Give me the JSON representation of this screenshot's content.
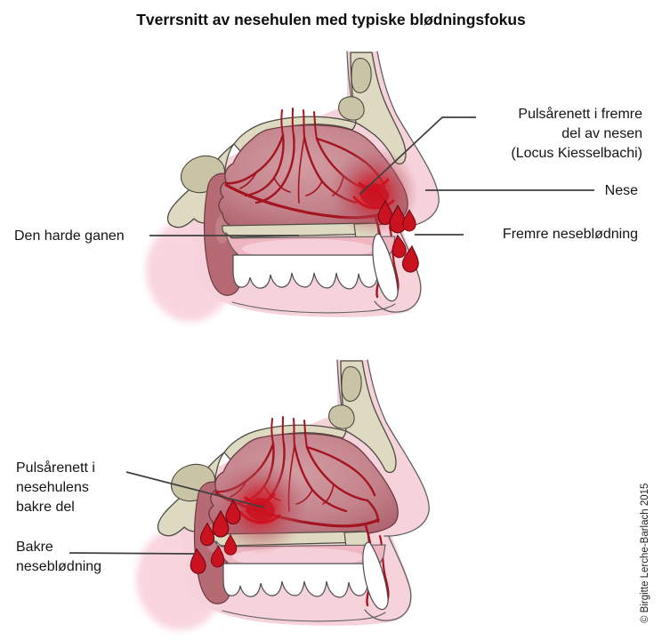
{
  "title": "Tverrsnitt av nesehulen med typiske blødningsfokus",
  "top_diagram": {
    "labels": {
      "plexus_anterior": "Pulsårenett i fremre\ndel av nesen\n(Locus Kiesselbachi)",
      "nose": "Nese",
      "anterior_bleeding": "Fremre neseblødning",
      "hard_palate": "Den harde ganen"
    }
  },
  "bottom_diagram": {
    "labels": {
      "plexus_posterior": "Pulsårenett i\nnesehulens\nbakre del",
      "posterior_bleeding": "Bakre\nneseblødning"
    }
  },
  "credit": "© Birgitte Lerche-Barlach 2015",
  "colors": {
    "background": "#ffffff",
    "skin_pink": "#f6d2da",
    "cheek_blush": "#f8cfd9",
    "bone_beige": "#ded9c1",
    "bone_sinus": "#c9c4a6",
    "cavity_rose": "#c4828b",
    "soft_palate": "#b66a74",
    "artery_red": "#a31420",
    "bleeding_red": "#d11020",
    "gum_pink": "#efb6c1",
    "tooth_white": "#ffffff",
    "leader_line": "#3f3f3f",
    "text": "#141414"
  }
}
